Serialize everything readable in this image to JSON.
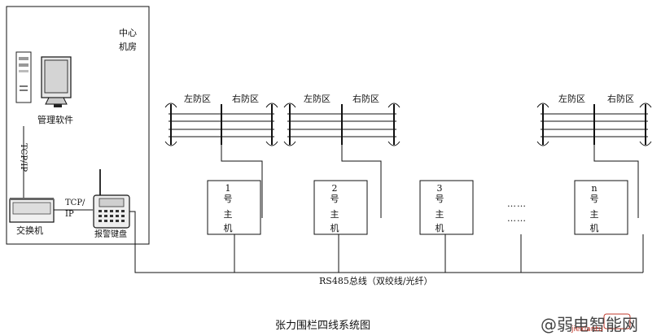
{
  "control_room": {
    "label_line1": "中心",
    "label_line2": "机房"
  },
  "management_software": "管理软件",
  "switch_label": "交换机",
  "link_tcp_vertical": "TCP/IP",
  "link_tcp_horizontal_1": "TCP/",
  "link_tcp_horizontal_2": "IP",
  "keypad_label": "报警键盘",
  "zones": {
    "left": "左防区",
    "right": "右防区"
  },
  "hosts": [
    {
      "char1": "1",
      "char2": "号",
      "char3": "主",
      "char4": "机"
    },
    {
      "char1": "2",
      "char2": "号",
      "char3": "主",
      "char4": "机"
    },
    {
      "char1": "3",
      "char2": "号",
      "char3": "主",
      "char4": "机"
    },
    {
      "char1": "n",
      "char2": "号",
      "char3": "主",
      "char4": "机"
    }
  ],
  "ellipsis": "……",
  "bus_label": "RS485总线（双绞线/光纤）",
  "caption": "张力围栏四线系统图",
  "watermark": {
    "text": "@弱电智能网",
    "sub": "jiexiantu"
  }
}
